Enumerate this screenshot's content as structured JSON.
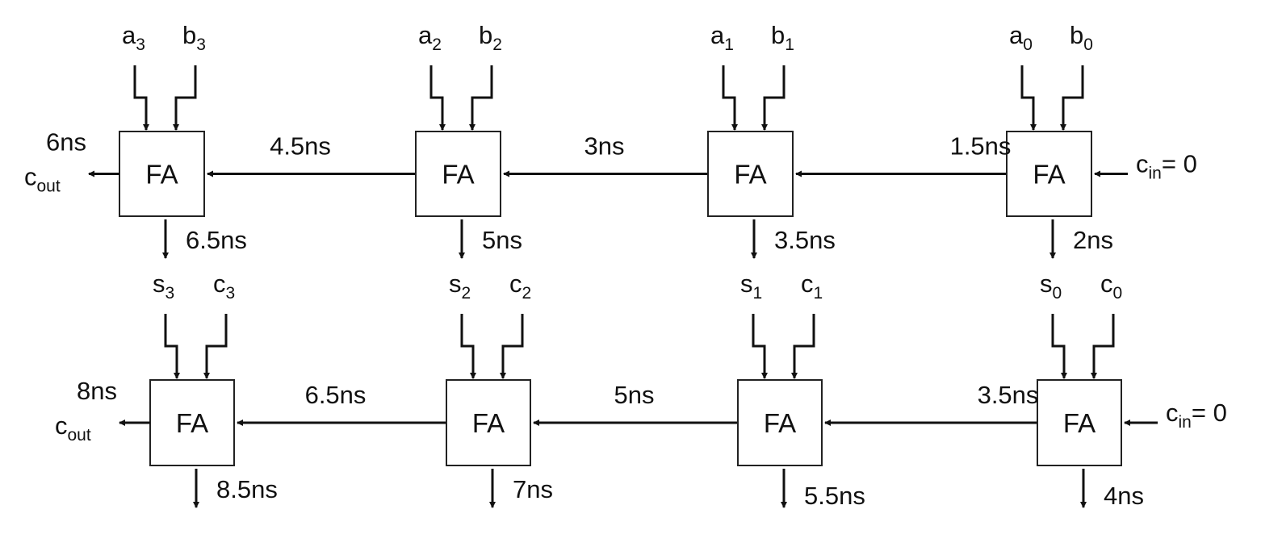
{
  "diagram": {
    "type": "ripple-carry-adder-timing",
    "block_label": "FA",
    "rows": [
      {
        "name": "stage-1",
        "cin_label": {
          "base": "c",
          "sub": "in",
          "suffix": "= 0"
        },
        "cout_label": {
          "base": "c",
          "sub": "out"
        },
        "cout_delay": "6ns",
        "cells": [
          {
            "bit": 3,
            "inputs": [
              {
                "base": "a",
                "sub": "3"
              },
              {
                "base": "b",
                "sub": "3"
              }
            ],
            "carry_in_delay": "4.5ns",
            "sum_delay": "6.5ns"
          },
          {
            "bit": 2,
            "inputs": [
              {
                "base": "a",
                "sub": "2"
              },
              {
                "base": "b",
                "sub": "2"
              }
            ],
            "carry_in_delay": "3ns",
            "sum_delay": "5ns"
          },
          {
            "bit": 1,
            "inputs": [
              {
                "base": "a",
                "sub": "1"
              },
              {
                "base": "b",
                "sub": "1"
              }
            ],
            "carry_in_delay": "1.5ns",
            "sum_delay": "3.5ns"
          },
          {
            "bit": 0,
            "inputs": [
              {
                "base": "a",
                "sub": "0"
              },
              {
                "base": "b",
                "sub": "0"
              }
            ],
            "carry_in_delay": null,
            "sum_delay": "2ns"
          }
        ]
      },
      {
        "name": "stage-2",
        "cin_label": {
          "base": "c",
          "sub": "in",
          "suffix": "= 0"
        },
        "cout_label": {
          "base": "c",
          "sub": "out"
        },
        "cout_delay": "8ns",
        "cells": [
          {
            "bit": 3,
            "inputs": [
              {
                "base": "s",
                "sub": "3"
              },
              {
                "base": "c",
                "sub": "3"
              }
            ],
            "carry_in_delay": "6.5ns",
            "sum_delay": "8.5ns"
          },
          {
            "bit": 2,
            "inputs": [
              {
                "base": "s",
                "sub": "2"
              },
              {
                "base": "c",
                "sub": "2"
              }
            ],
            "carry_in_delay": "5ns",
            "sum_delay": "7ns"
          },
          {
            "bit": 1,
            "inputs": [
              {
                "base": "s",
                "sub": "1"
              },
              {
                "base": "c",
                "sub": "1"
              }
            ],
            "carry_in_delay": "3.5ns",
            "sum_delay": "5.5ns"
          },
          {
            "bit": 0,
            "inputs": [
              {
                "base": "s",
                "sub": "0"
              },
              {
                "base": "c",
                "sub": "0"
              }
            ],
            "carry_in_delay": null,
            "sum_delay": "4ns"
          }
        ]
      }
    ]
  }
}
